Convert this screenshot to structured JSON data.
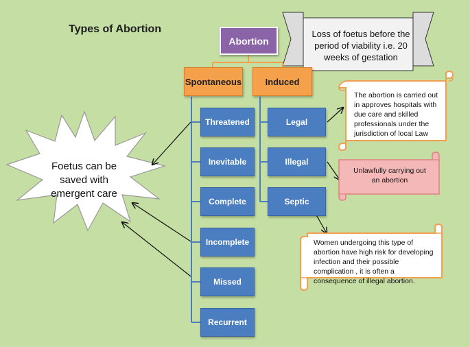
{
  "title": "Types of Abortion",
  "root": "Abortion",
  "definition": "Loss of foetus before the period of viability i.e. 20 weeks of gestation",
  "spontaneous": {
    "label": "Spontaneous",
    "items": [
      "Threatened",
      "Inevitable",
      "Complete",
      "Incomplete",
      "Missed",
      "Recurrent"
    ]
  },
  "induced": {
    "label": "Induced",
    "items": [
      "Legal",
      "Illegal",
      "Septic"
    ]
  },
  "star_note": "Foetus can be saved with emergent care",
  "notes": {
    "legal": "The abortion is carried out in approves hospitals with due care and skilled professionals under the jurisdiction of local Law",
    "illegal": "Unlawfully carrying out an abortion",
    "septic": "Women undergoing this type of abortion have high risk for developing infection and their possible complication , it is often a consequence of illegal abortion."
  },
  "colors": {
    "background": "#c5dea3",
    "root": "#8b64a8",
    "category": "#f5a04a",
    "item": "#4a7ec0",
    "connector_orange": "#f5a04a",
    "connector_blue": "#4a7ec0",
    "scroll_border": "#f0a050",
    "scroll_pink": "#f4b8b8"
  }
}
